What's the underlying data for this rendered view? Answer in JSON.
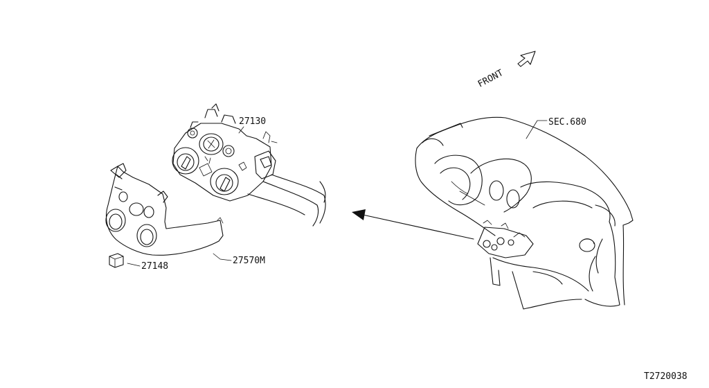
{
  "diagram": {
    "parts": {
      "heater_control": "27130",
      "finisher": "27570M",
      "clip": "27148"
    },
    "section_ref": "SEC.680",
    "direction": "FRONT",
    "figure_id": "T2720038"
  }
}
